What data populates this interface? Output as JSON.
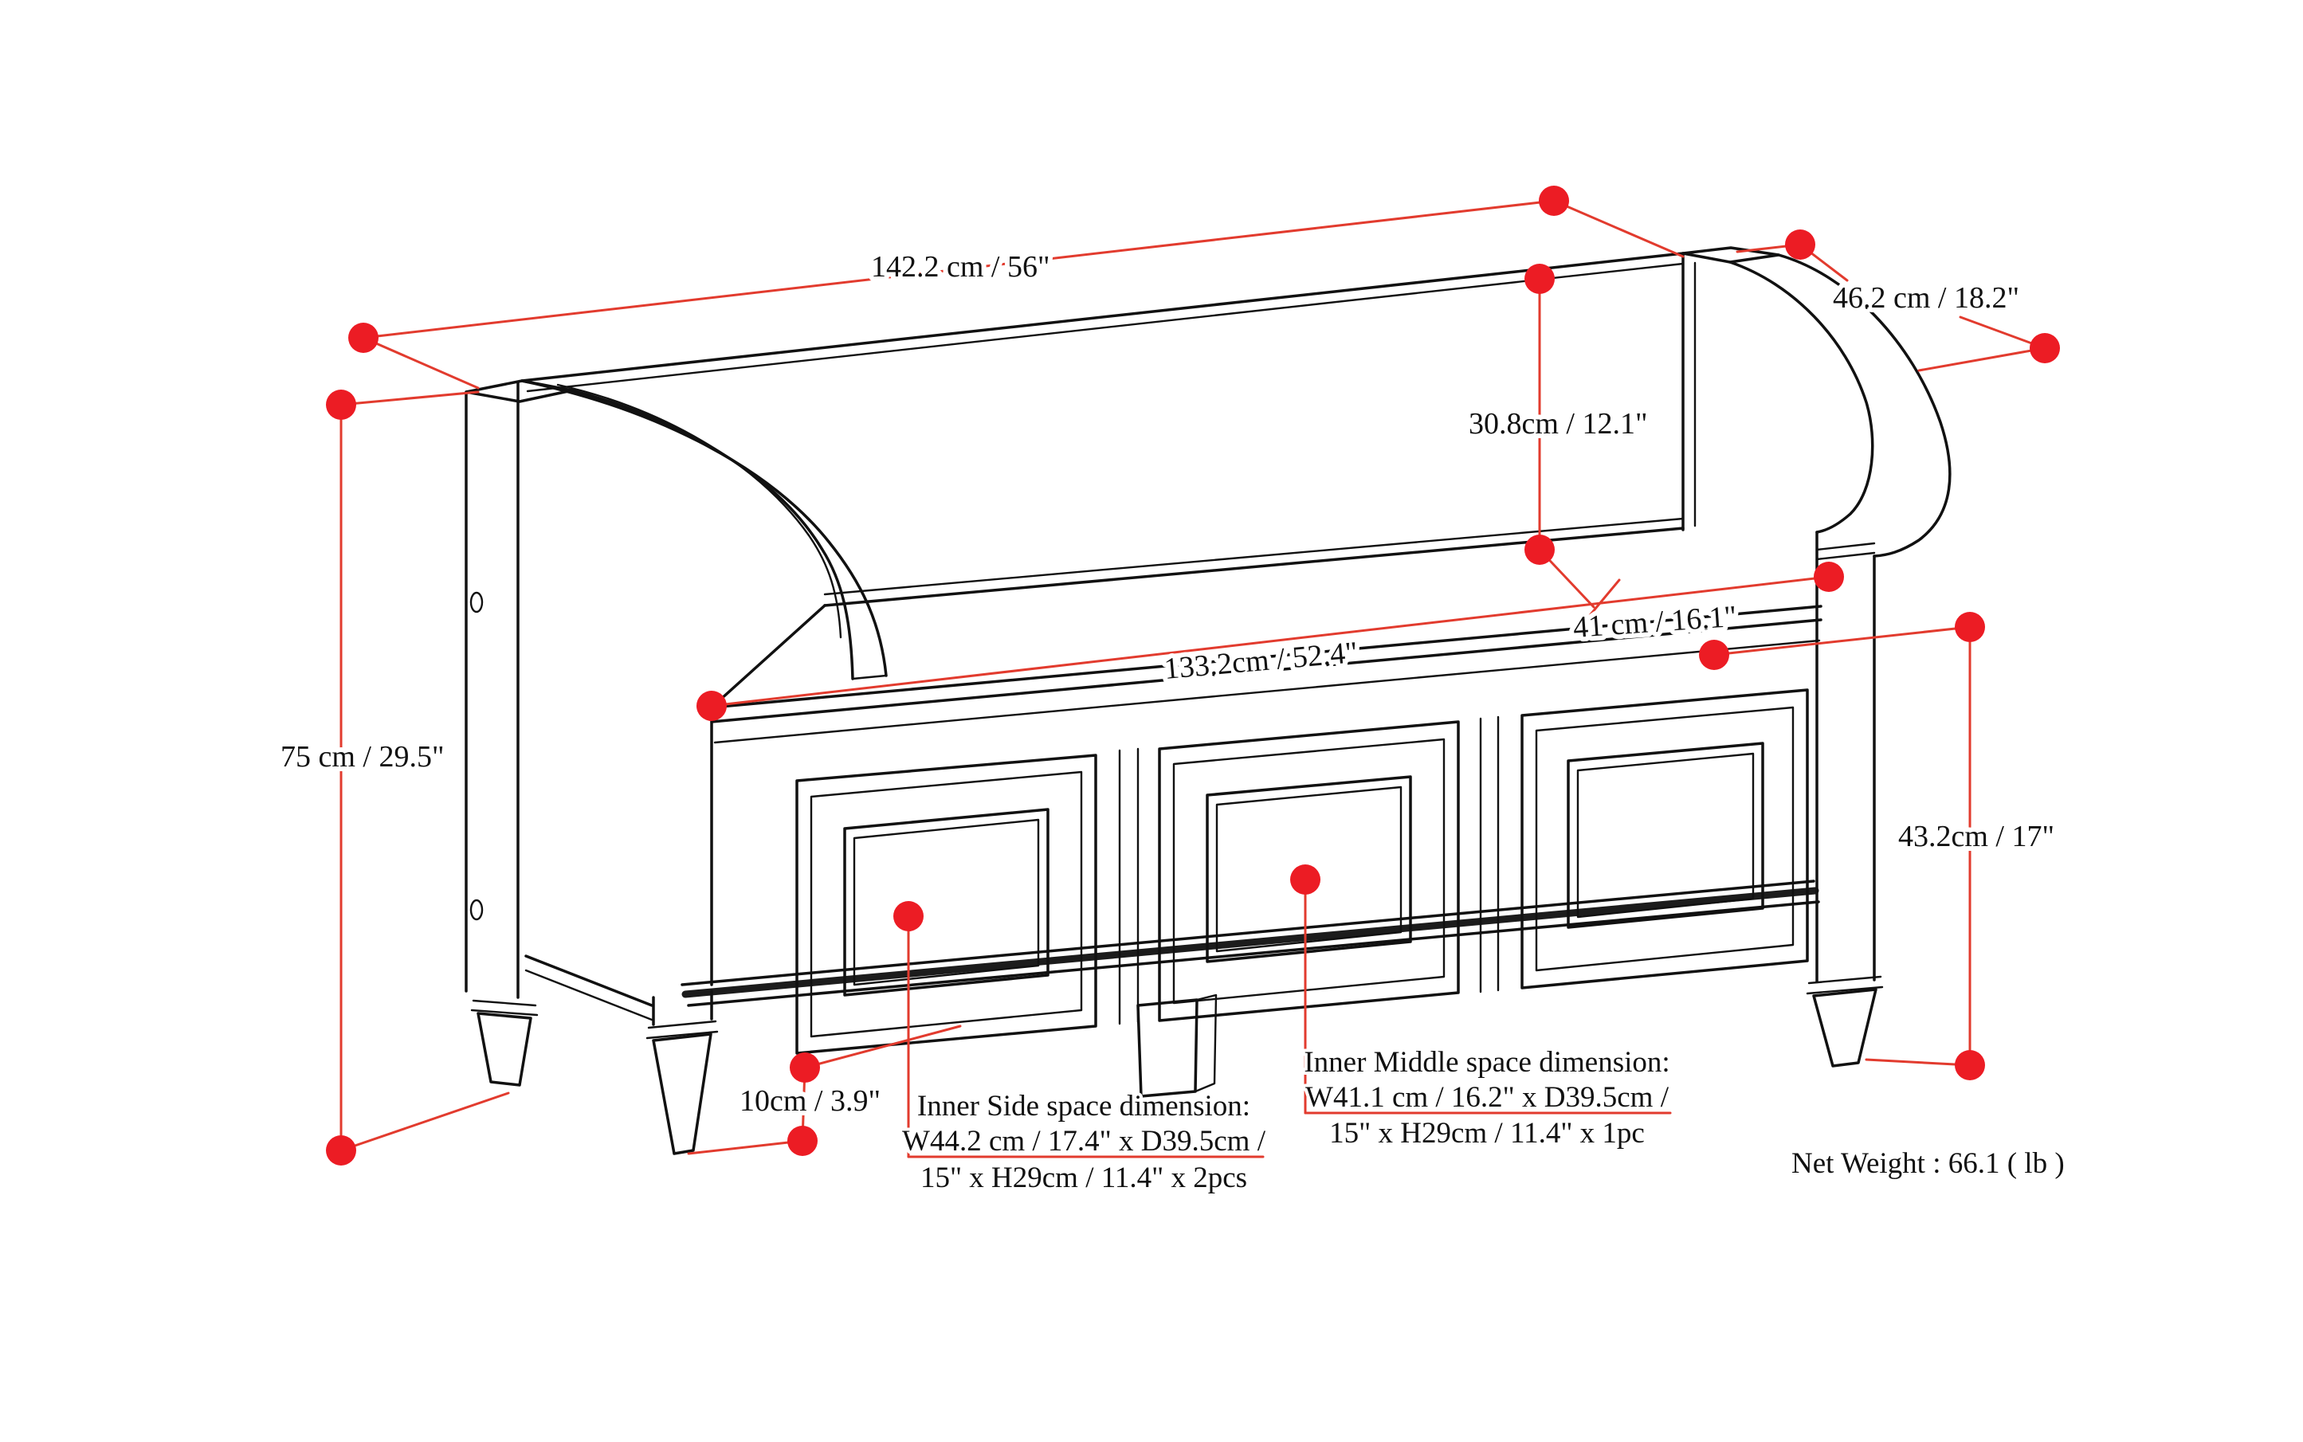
{
  "diagram": {
    "title": "storage bench dimension drawing",
    "dimensions": {
      "overall_width": "142.2 cm / 56\"",
      "overall_depth": "46.2 cm / 18.2\"",
      "backrest_height": "30.8cm / 12.1\"",
      "seat_width": "133.2cm / 52.4\"",
      "seat_depth": "41 cm / 16.1\"",
      "overall_height": "75 cm / 29.5\"",
      "seat_height": "43.2cm / 17\"",
      "leg_height": "10cm / 3.9\""
    },
    "inner_side_space": {
      "line1": "Inner Side space dimension:",
      "line2": "W44.2 cm / 17.4\" x D39.5cm /",
      "line3": "15\" x H29cm / 11.4\" x 2pcs"
    },
    "inner_middle_space": {
      "line1": "Inner Middle space dimension:",
      "line2": "W41.1 cm / 16.2\" x D39.5cm /",
      "line3": "15\" x H29cm / 11.4\" x 1pc"
    },
    "net_weight": "Net Weight : 66.1 ( lb )",
    "colors": {
      "dimension_red": "#ec1c24",
      "line_black": "#111111"
    }
  }
}
